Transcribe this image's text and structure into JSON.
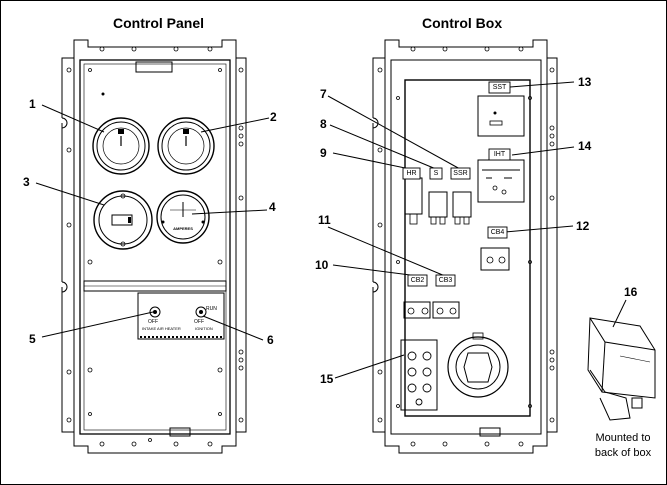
{
  "titles": {
    "left": "Control Panel",
    "right": "Control Box"
  },
  "callouts": [
    "1",
    "2",
    "3",
    "4",
    "5",
    "6",
    "7",
    "8",
    "9",
    "10",
    "11",
    "12",
    "13",
    "14",
    "15",
    "16"
  ],
  "labels": {
    "sst": "SST",
    "iht": "IHT",
    "hr": "HR",
    "s": "S",
    "ssr": "SSR",
    "cb4": "CB4",
    "cb2": "CB2",
    "cb3": "CB3",
    "amps": "AMPERES",
    "off": "OFF",
    "run": "RUN",
    "intake_heater": "INTAKE AIR HEATER",
    "ignition": "IGNITION"
  },
  "caption": {
    "line1": "Mounted to",
    "line2": "back of box"
  }
}
